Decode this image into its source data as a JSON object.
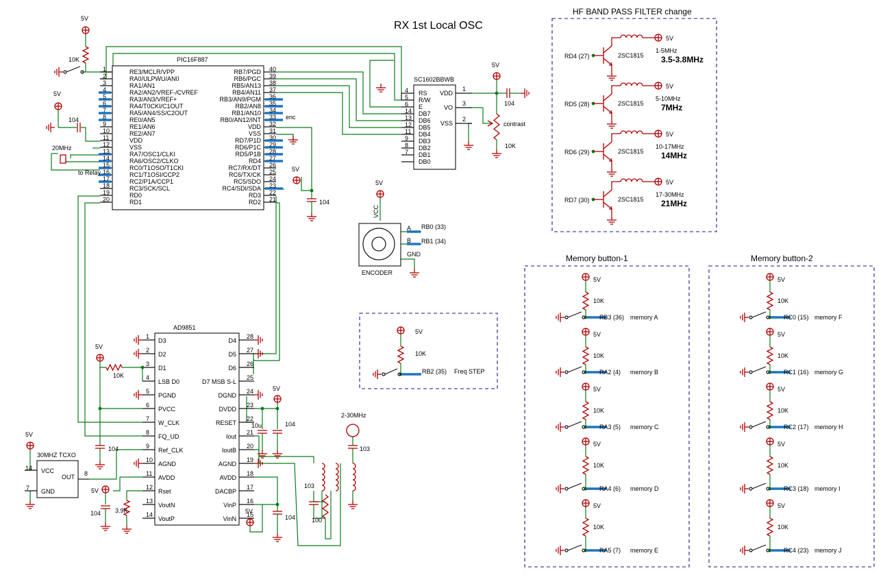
{
  "title": "RX 1st Local OSC",
  "colors": {
    "wire": "#0a7a1c",
    "symbol": "#b00000",
    "bus": "#1e74c0",
    "outline": "#1a1a8a"
  },
  "pic": {
    "name": "PIC16F887",
    "left_pins": [
      {
        "n": "1",
        "l": "RE3/MCLR/VPP"
      },
      {
        "n": "2",
        "l": "RA0/ULPWU/AN0"
      },
      {
        "n": "3",
        "l": "RA1/AN1"
      },
      {
        "n": "4",
        "l": "RA2/AN2/VREF-/CVREF"
      },
      {
        "n": "5",
        "l": "RA3/AN3/VREF+"
      },
      {
        "n": "6",
        "l": "RA4/T0CKI/C1OUT"
      },
      {
        "n": "7",
        "l": "RA5/AN4/SS/C2OUT"
      },
      {
        "n": "8",
        "l": "RE0/AN5"
      },
      {
        "n": "9",
        "l": "RE1/AN6"
      },
      {
        "n": "10",
        "l": "RE2/AN7"
      },
      {
        "n": "11",
        "l": "VDD"
      },
      {
        "n": "12",
        "l": "VSS"
      },
      {
        "n": "13",
        "l": "RA7/OSC1/CLKI"
      },
      {
        "n": "14",
        "l": "RA6/OSC2/CLKO"
      },
      {
        "n": "15",
        "l": "RC0/T1OSO/T1CKI"
      },
      {
        "n": "16",
        "l": "RC1/T1OSI/CCP2"
      },
      {
        "n": "17",
        "l": "RC2/P1A/CCP1"
      },
      {
        "n": "18",
        "l": "RC3/SCK/SCL"
      },
      {
        "n": "19",
        "l": "RD0"
      },
      {
        "n": "20",
        "l": "RD1"
      }
    ],
    "right_pins": [
      {
        "n": "40",
        "l": "RB7/PGD"
      },
      {
        "n": "39",
        "l": "RB6/PGC"
      },
      {
        "n": "38",
        "l": "RB5/AN13"
      },
      {
        "n": "37",
        "l": "RB4/AN11"
      },
      {
        "n": "36",
        "l": "RB3/AN9/PGM"
      },
      {
        "n": "35",
        "l": "RB2/AN8"
      },
      {
        "n": "34",
        "l": "RB1/AN10"
      },
      {
        "n": "33",
        "l": "RB0/AN12/INT"
      },
      {
        "n": "32",
        "l": "VDD"
      },
      {
        "n": "31",
        "l": "VSS"
      },
      {
        "n": "30",
        "l": "RD7/P1D"
      },
      {
        "n": "29",
        "l": "RD6/P1C"
      },
      {
        "n": "28",
        "l": "RD5/P1B"
      },
      {
        "n": "27",
        "l": "RD4"
      },
      {
        "n": "26",
        "l": "RC7/RX/DT"
      },
      {
        "n": "25",
        "l": "RC6/TX/CK"
      },
      {
        "n": "24",
        "l": "RC5/SDO"
      },
      {
        "n": "23",
        "l": "RC4/SDI/SDA"
      },
      {
        "n": "22",
        "l": "RD3"
      },
      {
        "n": "21",
        "l": "RD2"
      }
    ]
  },
  "lcd": {
    "name": "SC1602BBWB",
    "left_pins": [
      {
        "n": "4",
        "l": "RS"
      },
      {
        "n": "5",
        "l": "R/W"
      },
      {
        "n": "6",
        "l": "E"
      },
      {
        "n": "14",
        "l": "DB7"
      },
      {
        "n": "13",
        "l": "DB6"
      },
      {
        "n": "12",
        "l": "DB5"
      },
      {
        "n": "11",
        "l": "DB4"
      },
      {
        "n": "9",
        "l": "DB3"
      },
      {
        "n": "8",
        "l": "DB2"
      },
      {
        "n": "7",
        "l": "DB1"
      },
      {
        "n": "",
        "l": "DB0"
      }
    ],
    "right_pins": [
      {
        "n": "1",
        "l": "VDD"
      },
      {
        "n": "3",
        "l": "VO"
      },
      {
        "n": "2",
        "l": "VSS"
      }
    ],
    "contrast_label": "contrast",
    "pot_value": "10K",
    "cap_value": "104"
  },
  "dds": {
    "name": "AD9851",
    "left_pins": [
      {
        "n": "1",
        "l": "D3"
      },
      {
        "n": "2",
        "l": "D2"
      },
      {
        "n": "3",
        "l": "D1"
      },
      {
        "n": "4",
        "l": "LSB D0"
      },
      {
        "n": "5",
        "l": "PGND"
      },
      {
        "n": "6",
        "l": "PVCC"
      },
      {
        "n": "7",
        "l": "W_CLK"
      },
      {
        "n": "8",
        "l": "FQ_UD"
      },
      {
        "n": "9",
        "l": "Ref_CLK"
      },
      {
        "n": "10",
        "l": "AGND"
      },
      {
        "n": "11",
        "l": "AVDD"
      },
      {
        "n": "12",
        "l": "Rset"
      },
      {
        "n": "13",
        "l": "VoutN"
      },
      {
        "n": "14",
        "l": "VoutP"
      }
    ],
    "right_pins": [
      {
        "n": "28",
        "l": "D4"
      },
      {
        "n": "27",
        "l": "D5"
      },
      {
        "n": "26",
        "l": "D6"
      },
      {
        "n": "25",
        "l": "D7 MSB S-L"
      },
      {
        "n": "24",
        "l": "DGND"
      },
      {
        "n": "23",
        "l": "DVDD"
      },
      {
        "n": "22",
        "l": "RESET"
      },
      {
        "n": "21",
        "l": "Iout"
      },
      {
        "n": "20",
        "l": "IoutB"
      },
      {
        "n": "19",
        "l": "AGND"
      },
      {
        "n": "18",
        "l": "AVDD"
      },
      {
        "n": "17",
        "l": "DACBP"
      },
      {
        "n": "16",
        "l": "VinP"
      },
      {
        "n": "15",
        "l": "VinN"
      }
    ]
  },
  "tcxo": {
    "name": "30MHZ TCXO",
    "vcc": "VCC",
    "out": "OUT",
    "gnd": "GND",
    "pin_vcc": "14",
    "pin_out": "8",
    "pin_gnd": "7"
  },
  "labels": {
    "v5": "5V",
    "r10k": "10K",
    "r39k": "3.9K",
    "c104": "104",
    "c103": "103",
    "c10u": "10u",
    "c100": "100",
    "crystal": "20MHz",
    "to_relay": "to Relay",
    "enc": "enc",
    "out_freq": "2-30MHz",
    "vcc": "VCC"
  },
  "encoder": {
    "name": "ENCODER",
    "a": "A",
    "b": "B",
    "gnd": "GND",
    "rb0": "RB0 (33)",
    "rb1": "RB1 (34)"
  },
  "freq_step": {
    "net": "RB2 (35)",
    "label": "Freq STEP"
  },
  "hf_bpf": {
    "title": "HF BAND PASS FILTER change",
    "transistor": "2SC1815",
    "rows": [
      {
        "pin": "RD4 (27)",
        "range": "1-5MHz",
        "band": "3.5-3.8MHz"
      },
      {
        "pin": "RD5 (28)",
        "range": "5-10MHz",
        "band": "7MHz"
      },
      {
        "pin": "RD6 (29)",
        "range": "10-17MHz",
        "band": "14MHz"
      },
      {
        "pin": "RD7 (30)",
        "range": "17-30MHz",
        "band": "21MHz"
      }
    ]
  },
  "mem1": {
    "title": "Memory button-1",
    "rows": [
      {
        "pin": "RB3 (36)",
        "name": "memory A"
      },
      {
        "pin": "RA2 (4)",
        "name": "memory B"
      },
      {
        "pin": "RA3 (5)",
        "name": "memory C"
      },
      {
        "pin": "RA4 (6)",
        "name": "memory D"
      },
      {
        "pin": "RA5 (7)",
        "name": "memory E"
      }
    ]
  },
  "mem2": {
    "title": "Memory button-2",
    "rows": [
      {
        "pin": "RC0 (15)",
        "name": "memory F"
      },
      {
        "pin": "RC1 (16)",
        "name": "memory G"
      },
      {
        "pin": "RC2 (17)",
        "name": "memory H"
      },
      {
        "pin": "RC3 (18)",
        "name": "memory I"
      },
      {
        "pin": "RC4 (23)",
        "name": "memory J"
      }
    ]
  }
}
